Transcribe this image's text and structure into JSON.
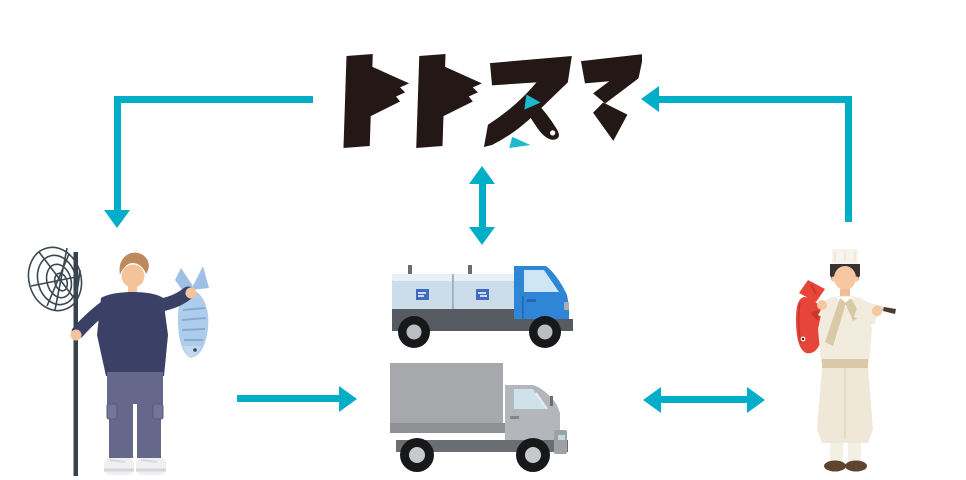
{
  "logo": {
    "text": "トトスマ"
  },
  "colors": {
    "background": "#ffffff",
    "arrow": "#00aec8",
    "logo": "#231815",
    "logo_accent": "#1cb8cd"
  },
  "diagram": {
    "nodes": [
      {
        "id": "fisherman",
        "icon": "fisherman-with-net-and-fish-icon",
        "position": "left"
      },
      {
        "id": "totosuma-logo",
        "icon": "totosuma-wordmark",
        "position": "top-center"
      },
      {
        "id": "live-fish-truck",
        "icon": "blue-tank-truck-icon",
        "position": "center-upper"
      },
      {
        "id": "cargo-truck",
        "icon": "gray-box-truck-icon",
        "position": "center-lower"
      },
      {
        "id": "chef",
        "icon": "sushi-chef-with-fish-and-knife-icon",
        "position": "right"
      }
    ],
    "edges": [
      {
        "from": "totosuma-logo",
        "to": "fisherman",
        "direction": "one-way"
      },
      {
        "from": "chef",
        "to": "totosuma-logo",
        "direction": "one-way"
      },
      {
        "from": "totosuma-logo",
        "to": "trucks",
        "direction": "two-way"
      },
      {
        "from": "fisherman",
        "to": "trucks",
        "direction": "one-way"
      },
      {
        "from": "trucks",
        "to": "chef",
        "direction": "two-way"
      }
    ]
  }
}
